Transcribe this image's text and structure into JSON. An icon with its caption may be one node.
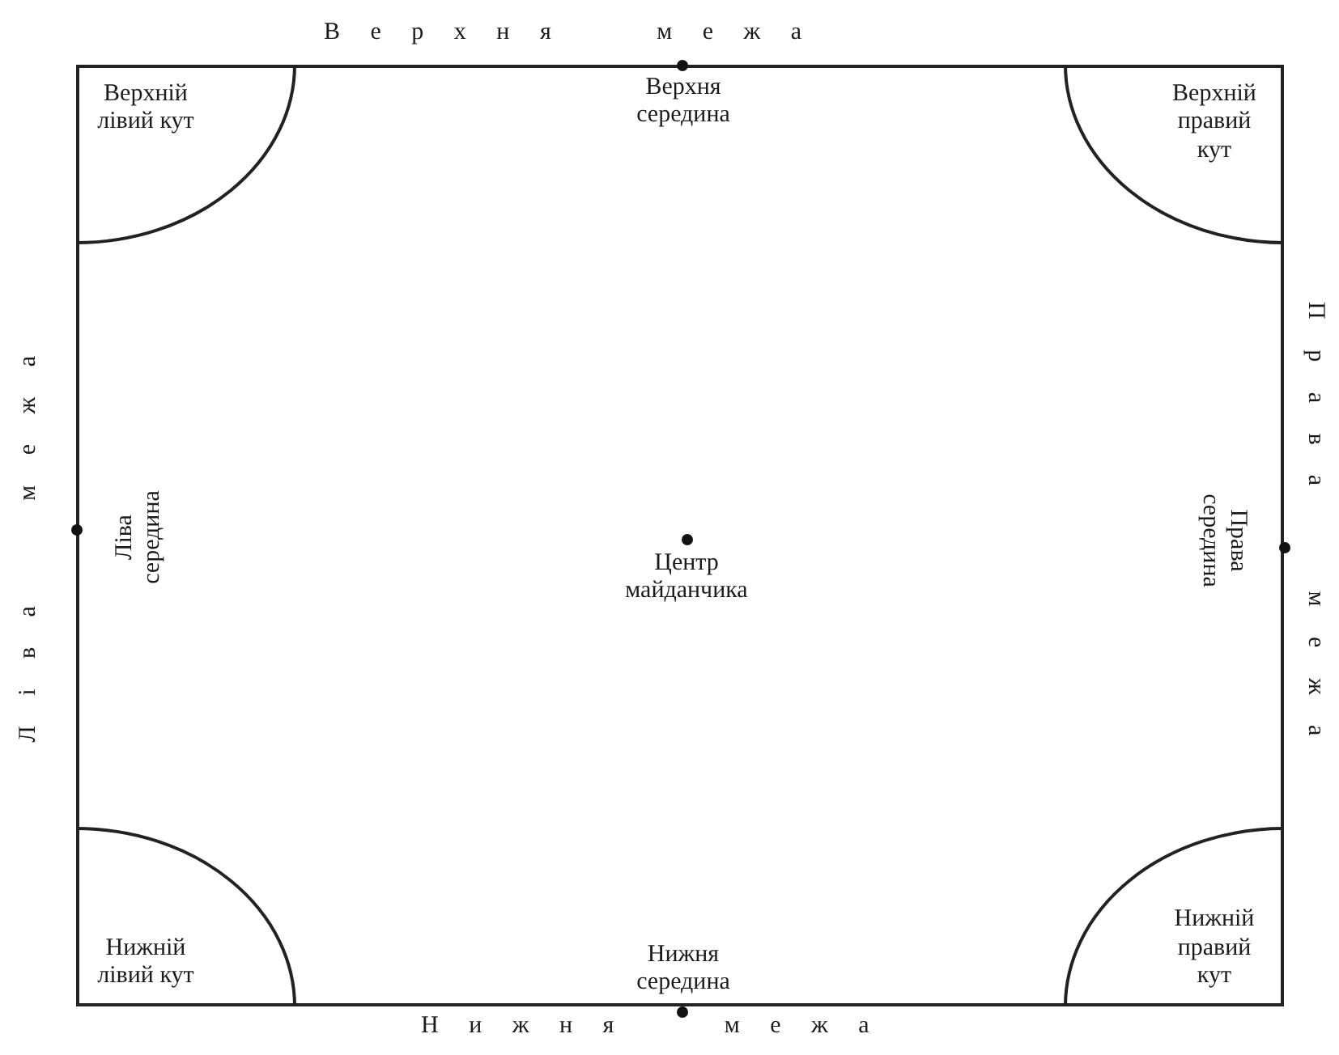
{
  "diagram": {
    "nodes": [
      {
        "text": [],
        "shape": "box"
      },
      {
        "text": [
          "Верхній лівий кут"
        ],
        "in": 0
      },
      {
        "text": [
          "Верхній правий кут"
        ],
        "in": 0
      },
      {
        "text": [
          "Нижній лівий кут"
        ],
        "in": 0
      },
      {
        "text": [
          "Нижній правий кут"
        ],
        "in": 0
      }
    ],
    "labels": [
      "Верхня межа",
      "Верхня середина",
      "Ліва межа",
      "Ліва середина",
      "Центр майданчика",
      "Права середина",
      "Права межа",
      "Нижня середина",
      "Нижня межа"
    ]
  }
}
